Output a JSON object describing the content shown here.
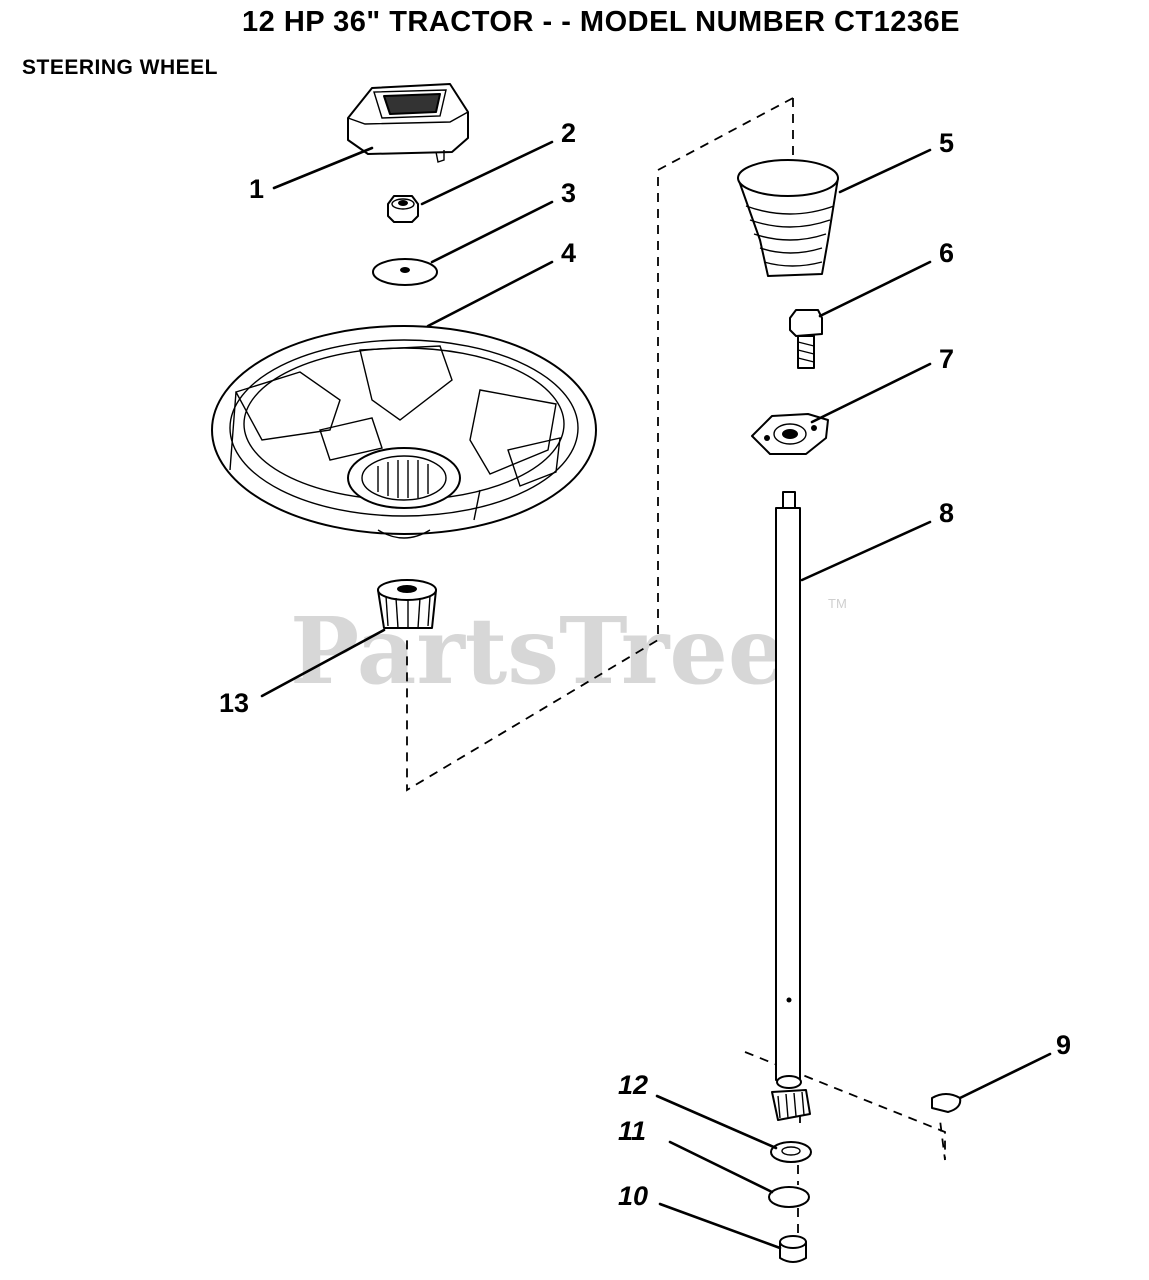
{
  "header": {
    "title": "12 HP 36\" TRACTOR - - MODEL NUMBER CT1236E",
    "section": "STEERING WHEEL"
  },
  "watermark": {
    "text": "PartsTree",
    "tm": "TM"
  },
  "parts": [
    {
      "number": "1",
      "icon": "steering-wheel-cap-icon"
    },
    {
      "number": "2",
      "icon": "nut-icon"
    },
    {
      "number": "3",
      "icon": "washer-icon"
    },
    {
      "number": "4",
      "icon": "steering-wheel-icon"
    },
    {
      "number": "5",
      "icon": "bellows-boot-icon"
    },
    {
      "number": "6",
      "icon": "bolt-icon"
    },
    {
      "number": "7",
      "icon": "flange-bracket-icon"
    },
    {
      "number": "8",
      "icon": "steering-shaft-icon"
    },
    {
      "number": "9",
      "icon": "key-icon"
    },
    {
      "number": "10",
      "icon": "bushing-icon"
    },
    {
      "number": "11",
      "icon": "retaining-ring-icon"
    },
    {
      "number": "12",
      "icon": "washer-icon"
    },
    {
      "number": "13",
      "icon": "adapter-hub-icon"
    }
  ]
}
